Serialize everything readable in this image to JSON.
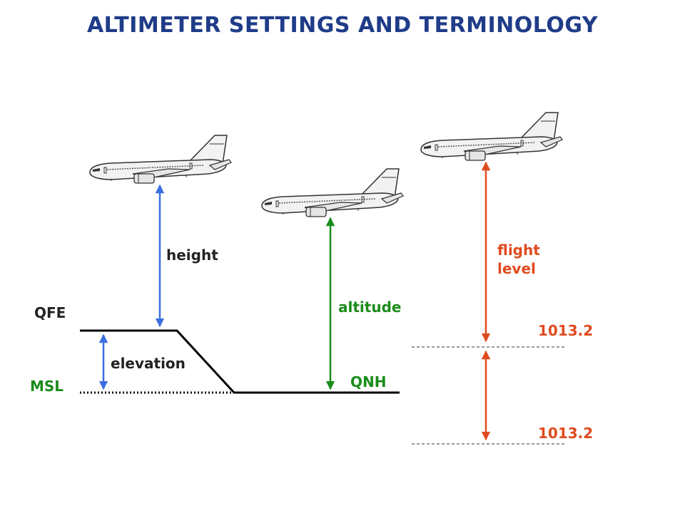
{
  "title": "ALTIMETER SETTINGS AND TERMINOLOGY",
  "labels": {
    "qfe": "QFE",
    "msl": "MSL",
    "height": "height",
    "elevation": "elevation",
    "altitude": "altitude",
    "qnh": "QNH",
    "flight_level": "flight\nlevel",
    "pressure_upper": "1013.2",
    "pressure_lower": "1013.2"
  },
  "colors": {
    "title": "#1f3c88",
    "qfe": "#222222",
    "msl": "#1a8c1a",
    "height": "#3a6fe0",
    "altitude": "#1a8c1a",
    "flight_level": "#e04a1f",
    "terrain": "#000000",
    "aircraft_body": "#f2f2f2",
    "aircraft_outline": "#333333"
  }
}
